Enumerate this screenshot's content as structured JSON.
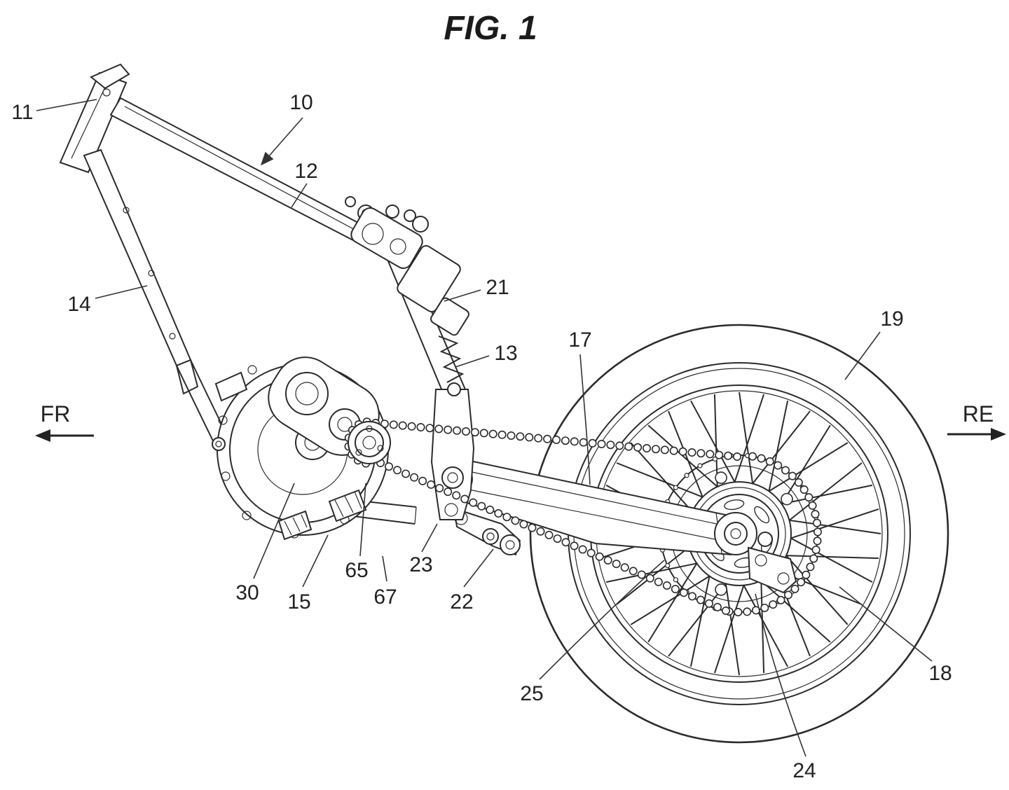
{
  "figure": {
    "title": "FIG. 1"
  },
  "directions": {
    "front_label": "FR",
    "rear_label": "RE"
  },
  "reference_numerals": {
    "n10": "10",
    "n11": "11",
    "n12": "12",
    "n13": "13",
    "n14": "14",
    "n15": "15",
    "n17": "17",
    "n18": "18",
    "n19": "19",
    "n21": "21",
    "n22": "22",
    "n23": "23",
    "n24": "24",
    "n25": "25",
    "n30": "30",
    "n65": "65",
    "n67": "67"
  },
  "colors": {
    "ink": "#2b2b2b",
    "background": "#ffffff"
  }
}
